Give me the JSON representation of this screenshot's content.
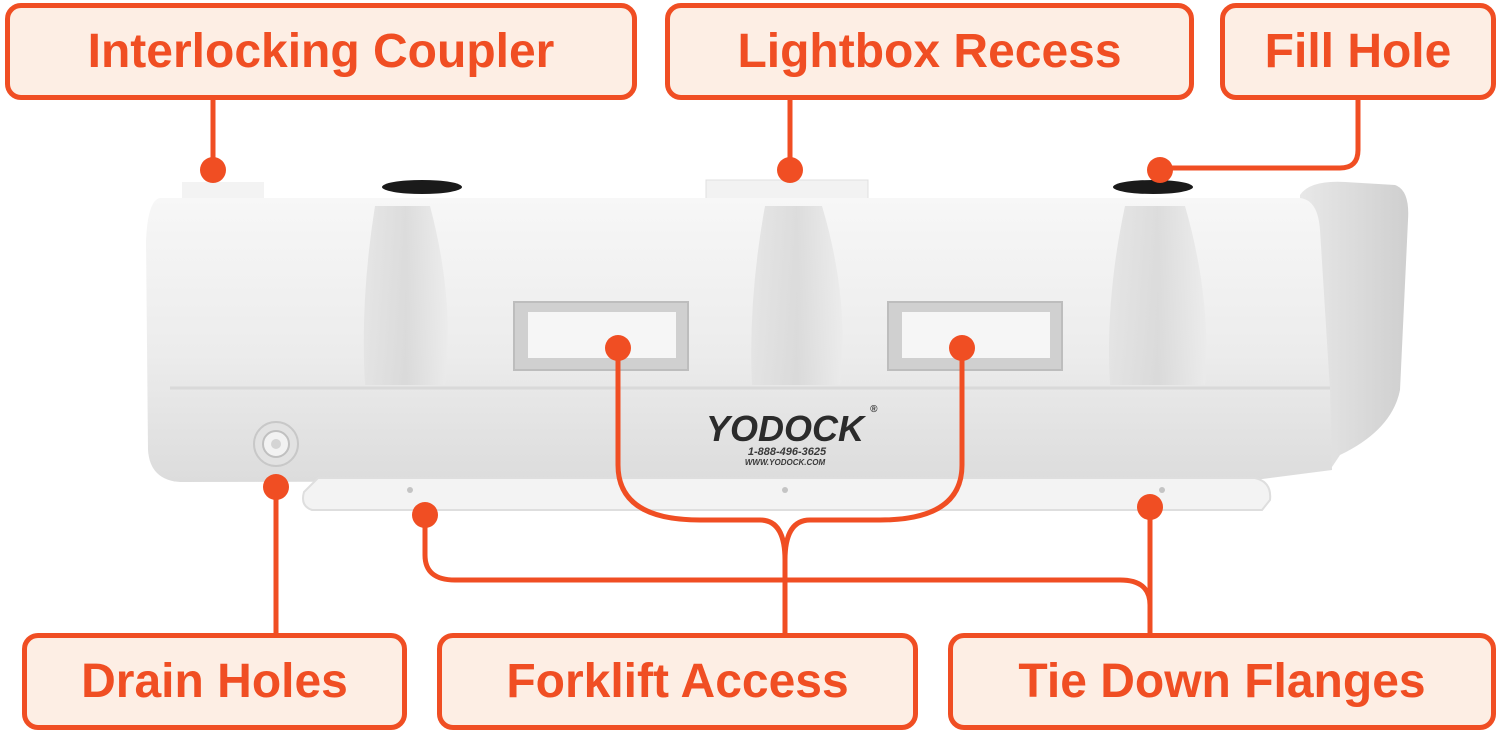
{
  "labels": {
    "interlocking_coupler": "Interlocking Coupler",
    "lightbox_recess": "Lightbox Recess",
    "fill_hole": "Fill Hole",
    "drain_holes": "Drain Holes",
    "forklift_access": "Forklift Access",
    "tie_down_flanges": "Tie Down Flanges"
  },
  "product": {
    "brand": "YODOCK",
    "registered_mark": "®",
    "phone": "1-888-496-3625",
    "website": "WWW.YODOCK.COM"
  },
  "colors": {
    "accent": "#f04e23",
    "label_fill": "#fdeee4",
    "body": "#ececec"
  }
}
